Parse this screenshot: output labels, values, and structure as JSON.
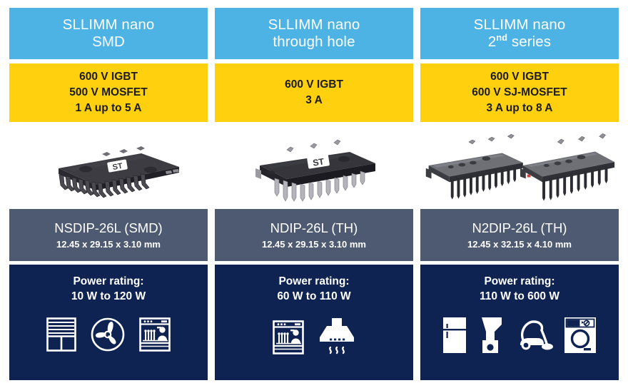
{
  "palette": {
    "header_blue": "#4db3e4",
    "spec_yellow": "#fed00d",
    "package_slate": "#4e5a72",
    "power_navy": "#0e2351",
    "background": "#ffffff",
    "text_light": "#ffffff",
    "text_dark": "#1b1b1b"
  },
  "columns": [
    {
      "header": {
        "line1": "SLLIMM nano",
        "line2_prefix": "SMD",
        "line2_sup": "",
        "line2_suffix": ""
      },
      "specs": [
        "600 V IGBT",
        "500 V MOSFET",
        "1 A up to 5 A"
      ],
      "product": {
        "alt": "NSDIP-26L SMD power module with gull-wing leads and ST logo",
        "count": 1,
        "style": "smd-black"
      },
      "package": {
        "name": "NSDIP-26L (SMD)",
        "dimensions": "12.45 x 29.15 x 3.10 mm"
      },
      "power": {
        "title": "Power rating:",
        "value": "10 W to 120 W"
      },
      "appliances": [
        {
          "name": "window-blind-icon",
          "label": "window blind"
        },
        {
          "name": "fan-icon",
          "label": "fan"
        },
        {
          "name": "dishwasher-icon",
          "label": "dishwasher"
        }
      ]
    },
    {
      "header": {
        "line1": "SLLIMM nano",
        "line2_prefix": "through hole",
        "line2_sup": "",
        "line2_suffix": ""
      },
      "specs": [
        "600 V IGBT",
        "3 A"
      ],
      "product": {
        "alt": "NDIP-26L through-hole power module with straight pins and ST logo",
        "count": 1,
        "style": "th-black"
      },
      "package": {
        "name": "NDIP-26L (TH)",
        "dimensions": "12.45 x 29.15 x 3.10 mm"
      },
      "power": {
        "title": "Power rating:",
        "value": "60 W to 110 W"
      },
      "appliances": [
        {
          "name": "dishwasher-icon",
          "label": "dishwasher"
        },
        {
          "name": "range-hood-icon",
          "label": "range hood"
        }
      ]
    },
    {
      "header": {
        "line1": "SLLIMM nano",
        "line2_prefix": "2",
        "line2_sup": "nd",
        "line2_suffix": " series"
      },
      "specs": [
        "600 V IGBT",
        "600 V SJ-MOSFET",
        "3 A up to 8 A"
      ],
      "product": {
        "alt": "Two N2DIP-26L through-hole power modules with metallic lids and ST logo",
        "count": 2,
        "style": "th-silver"
      },
      "package": {
        "name": "N2DIP-26L (TH)",
        "dimensions": "12.45 x 32.15 x 4.10 mm"
      },
      "power": {
        "title": "Power rating:",
        "value": "110 W to 600 W"
      },
      "appliances": [
        {
          "name": "refrigerator-icon",
          "label": "refrigerator"
        },
        {
          "name": "blender-icon",
          "label": "blender"
        },
        {
          "name": "vacuum-cleaner-icon",
          "label": "vacuum cleaner"
        },
        {
          "name": "washing-machine-icon",
          "label": "washing machine"
        }
      ]
    }
  ]
}
